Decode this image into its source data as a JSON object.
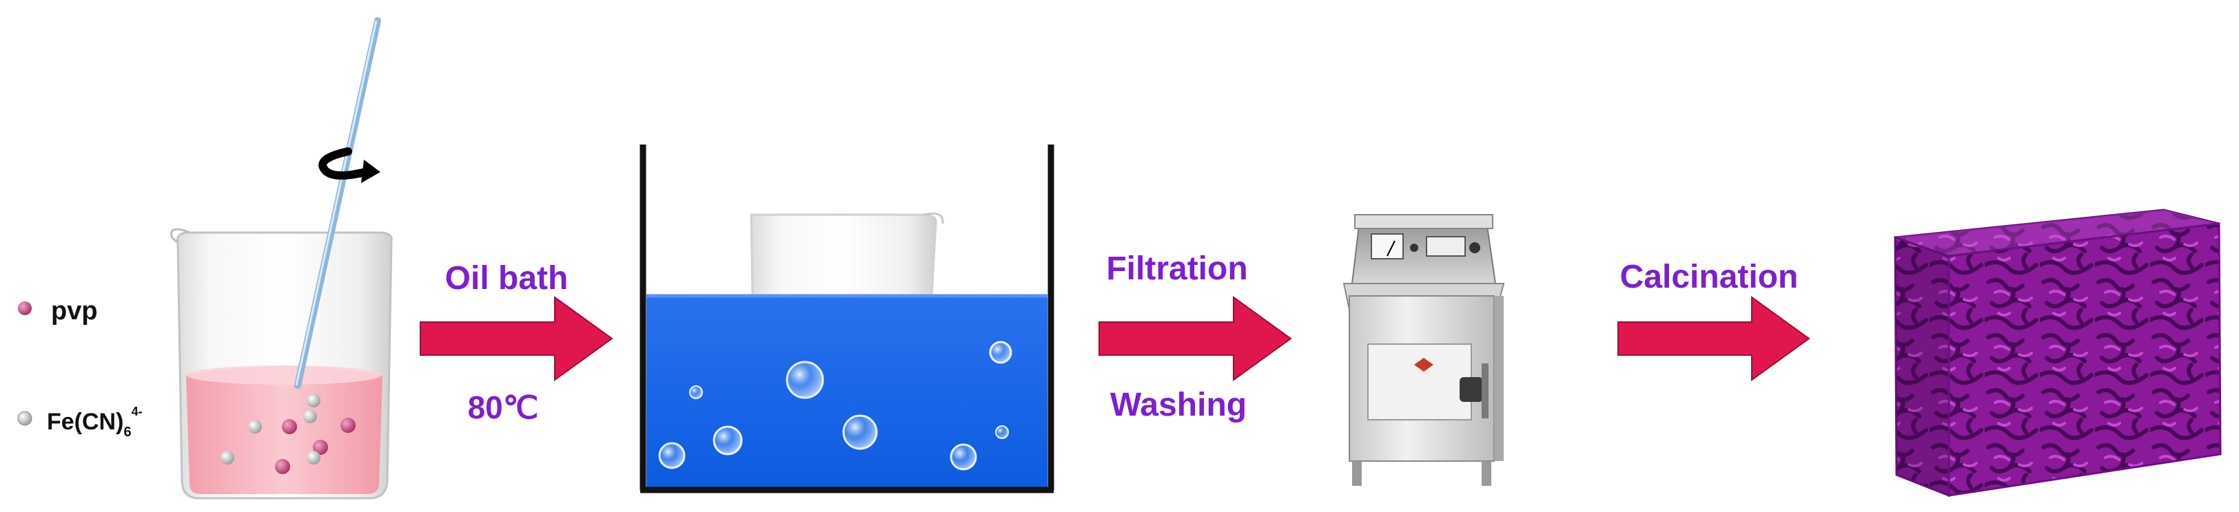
{
  "legend": {
    "item1": "pvp",
    "item2_main": "Fe(CN)",
    "item2_sub": "6",
    "item2_sup": "4-"
  },
  "steps": {
    "step1_top": "Oil bath",
    "step1_bottom": "80℃",
    "step2_top": "Filtration",
    "step2_bottom": "Washing",
    "step3_top": "Calcination"
  },
  "colors": {
    "label_purple": "#7d1fd0",
    "arrow_red": "#e0174f",
    "water_blue": "#1565e8",
    "solution_pink": "#f6a9b5",
    "pvp_particle": "#c0447a",
    "fe_particle": "#e6e6e6",
    "product_purple": "#8a1a9a"
  }
}
